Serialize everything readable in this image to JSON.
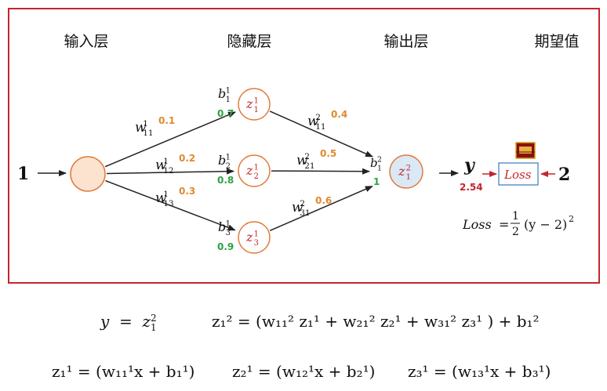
{
  "headers": {
    "input": "输入层",
    "hidden": "隐藏层",
    "output": "输出层",
    "expected": "期望值"
  },
  "input_value": "1",
  "expected_value": "2",
  "output": {
    "label": "y",
    "value": "2.54"
  },
  "loss": {
    "box_label": "Loss",
    "formula_lhs": "Loss",
    "formula_rhs": "(y − 2)",
    "frac_num": "1",
    "frac_den": "2",
    "exp": "2"
  },
  "neurons": {
    "hidden": [
      {
        "var": "z",
        "sub": "1",
        "sup": "1",
        "bias_sym": "b",
        "bias_sub": "1",
        "bias_sup": "1",
        "bias_val": "0.7"
      },
      {
        "var": "z",
        "sub": "2",
        "sup": "1",
        "bias_sym": "b",
        "bias_sub": "2",
        "bias_sup": "1",
        "bias_val": "0.8"
      },
      {
        "var": "z",
        "sub": "3",
        "sup": "1",
        "bias_sym": "b",
        "bias_sub": "3",
        "bias_sup": "1",
        "bias_val": "0.9"
      }
    ],
    "out": {
      "var": "z",
      "sub": "1",
      "sup": "2",
      "bias_sym": "b",
      "bias_sub": "1",
      "bias_sup": "2",
      "bias_val": "1"
    }
  },
  "weights": [
    {
      "sym": "w",
      "sub": "11",
      "sup": "1",
      "val": "0.1"
    },
    {
      "sym": "w",
      "sub": "12",
      "sup": "1",
      "val": "0.2"
    },
    {
      "sym": "w",
      "sub": "13",
      "sup": "1",
      "val": "0.3"
    },
    {
      "sym": "w",
      "sub": "11",
      "sup": "2",
      "val": "0.4"
    },
    {
      "sym": "w",
      "sub": "21",
      "sup": "2",
      "val": "0.5"
    },
    {
      "sym": "w",
      "sub": "31",
      "sup": "2",
      "val": "0.6"
    }
  ],
  "equations": {
    "y_eq": "y  =  z",
    "y_eq_sub": "1",
    "y_eq_sup": "2",
    "z2_eq": "z₁² = (w₁₁² z₁¹ + w₂₁² z₂¹ + w₃₁² z₃¹ ) + b₁²",
    "z11_eq": "z₁¹ = (w₁₁¹x + b₁¹)",
    "z21_eq": "z₂¹ = (w₁₂¹x + b₂¹)",
    "z31_eq": "z₃¹ = (w₁₃¹x + b₃¹)"
  },
  "colors": {
    "frame": "#c0272d",
    "input_fill": "#fbe3d0",
    "input_stroke": "#e07b39",
    "hidden_stroke": "#e07b39",
    "neuron_text": "#c0272d",
    "out_fill": "#dbe8f5",
    "out_stroke": "#e07b39",
    "weight_val": "#e08a2c",
    "bias_val": "#2ea043",
    "y_val": "#c0272d",
    "loss_stroke": "#3a7bbf",
    "arrow_red": "#c0272d"
  },
  "icons": {
    "loss_badge": "treasure-icon"
  }
}
